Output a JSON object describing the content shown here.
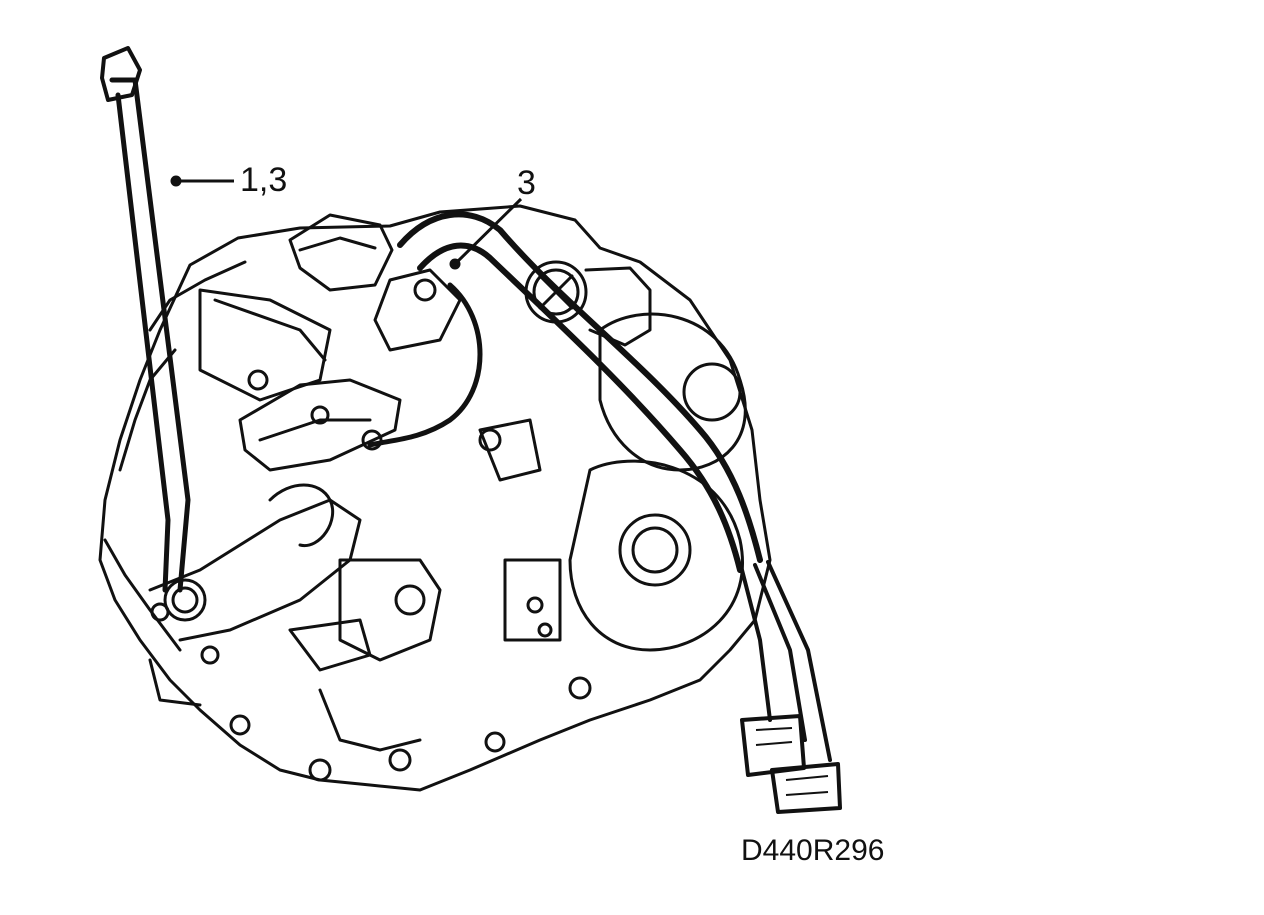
{
  "callouts": [
    {
      "id": "callout-1-3",
      "text": "1,3"
    },
    {
      "id": "callout-3",
      "text": "3"
    }
  ],
  "drawing_code": "D440R296",
  "colors": {
    "line": "#111111",
    "background": "#ffffff"
  }
}
